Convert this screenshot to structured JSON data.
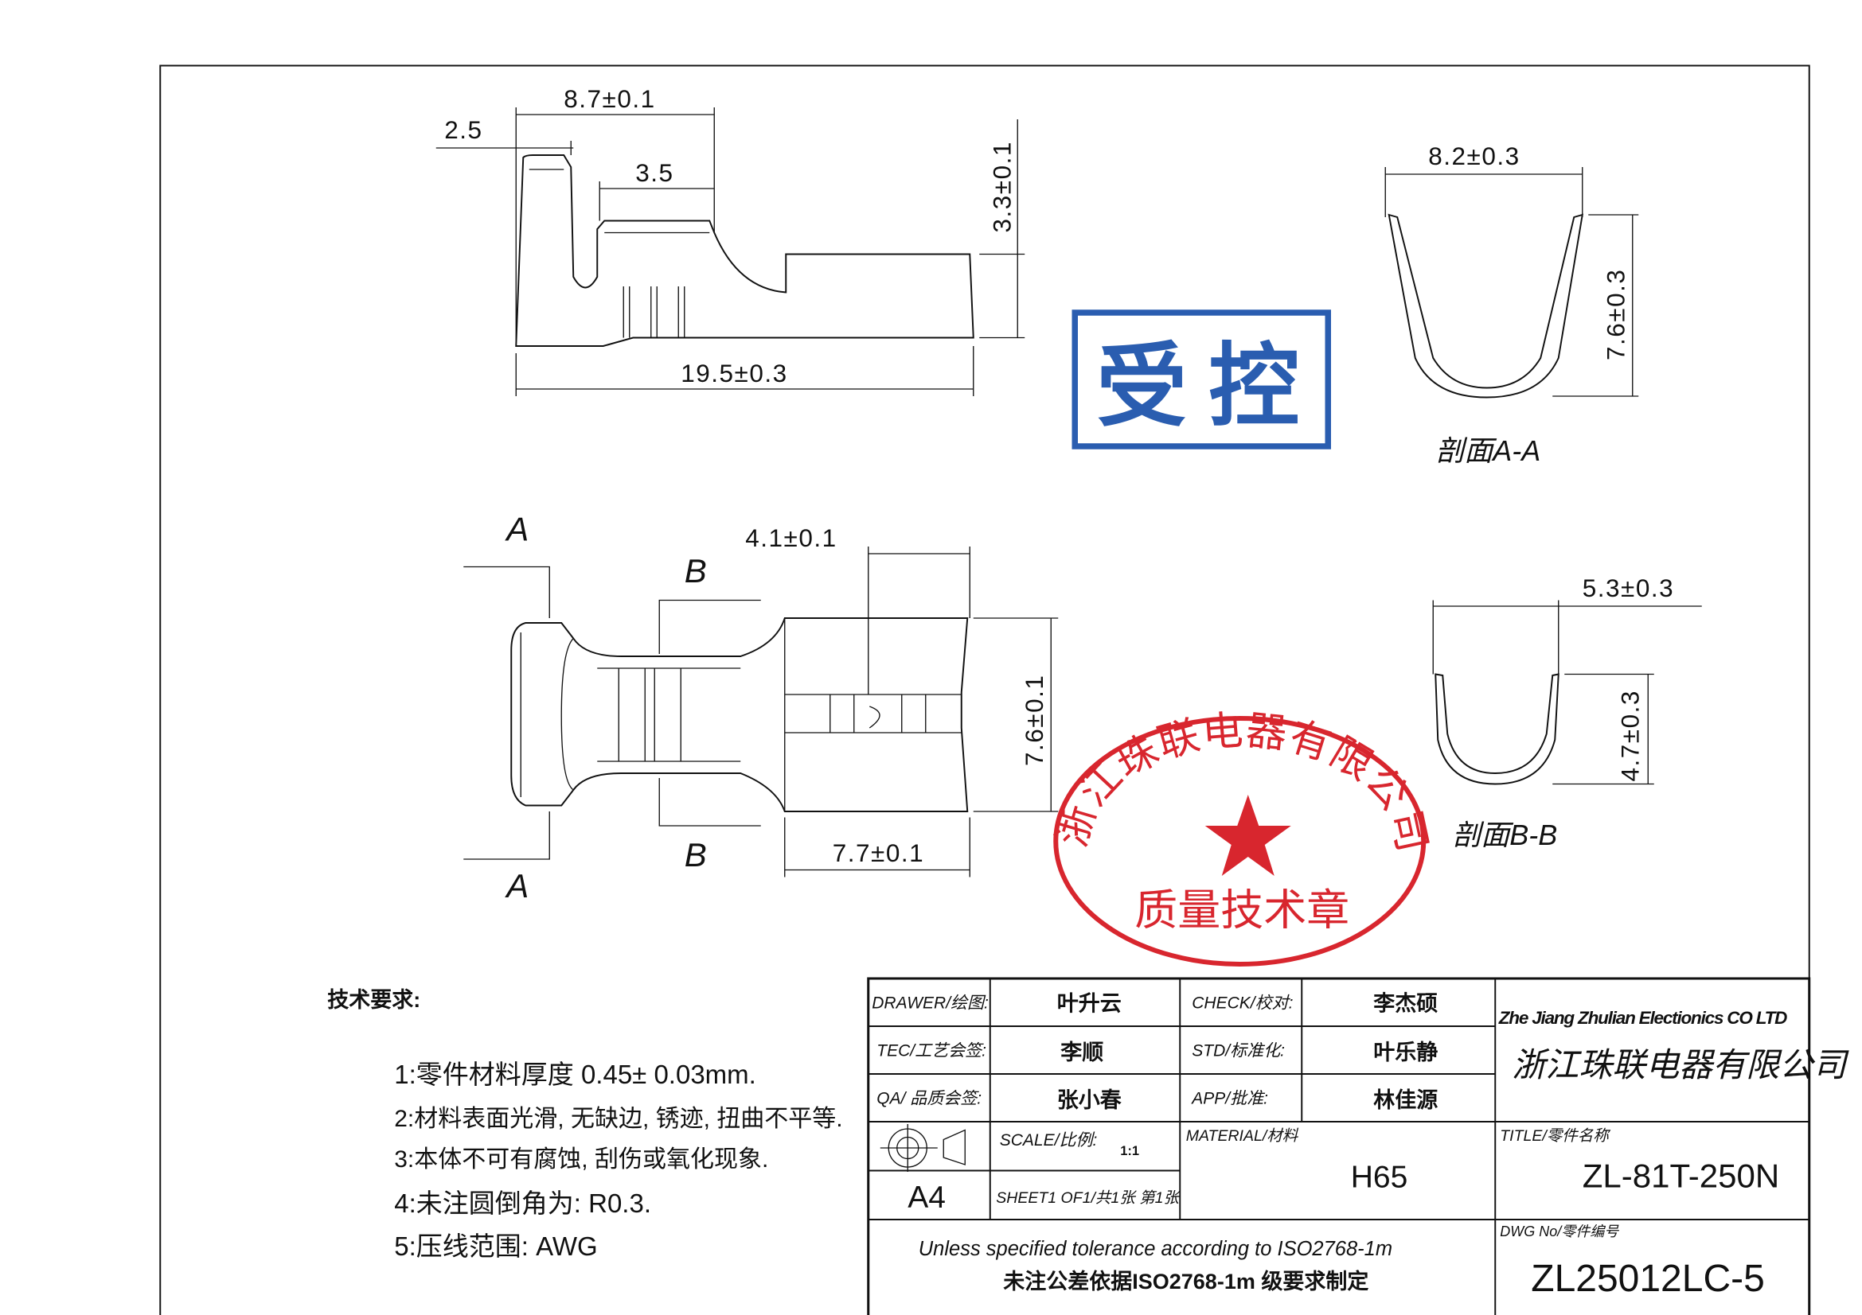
{
  "top_view": {
    "dim_2_5": "2.5",
    "dim_8_7": "8.7±0.1",
    "dim_3_5": "3.5",
    "dim_3_3": "3.3±0.1",
    "dim_19_5": "19.5±0.3"
  },
  "section_aa": {
    "width": "8.2±0.3",
    "height": "7.6±0.3",
    "label": "剖面A-A"
  },
  "bottom_view": {
    "dim_4_1": "4.1±0.1",
    "dim_7_6": "7.6±0.1",
    "dim_7_7": "7.7±0.1",
    "marker_a": "A",
    "marker_b": "B"
  },
  "section_bb": {
    "width": "5.3±0.3",
    "height": "4.7±0.3",
    "label": "剖面B-B"
  },
  "stamp_controlled": {
    "text": "受控",
    "color": "#2a5db0"
  },
  "quality_seal": {
    "company": "浙江珠联电器有限公司",
    "label": "质量技术章",
    "color": "#d8262e"
  },
  "tech_requirements": {
    "heading": "技术要求:",
    "items": [
      "1:零件材料厚度  0.45± 0.03mm.",
      "2:材料表面光滑, 无缺边, 锈迹, 扭曲不平等.",
      "3:本体不可有腐蚀, 刮伤或氧化现象.",
      "4:未注圆倒角为: R0.3.",
      "5:压线范围: AWG"
    ]
  },
  "title_block": {
    "drawer_label": "DRAWER/绘图:",
    "drawer": "叶升云",
    "check_label": "CHECK/校对:",
    "check": "李杰硕",
    "tec_label": "TEC/工艺会签:",
    "tec": "李顺",
    "std_label": "STD/标准化:",
    "std": "叶乐静",
    "qa_label": "QA/ 品质会签:",
    "qa": "张小春",
    "app_label": "APP/批准:",
    "app": "林佳源",
    "company_en": "Zhe Jiang Zhulian Electionics CO LTD",
    "company_cn": "浙江珠联电器有限公司",
    "scale_label": "SCALE/比例:",
    "scale": "1:1",
    "paper": "A4",
    "sheet": "SHEET1 OF1/共1张 第1张",
    "material_label": "MATERIAL/材料",
    "material": "H65",
    "title_label": "TITLE/零件名称",
    "title": "ZL-81T-250N",
    "tolerance_en": "Unless specified tolerance according to ISO2768-1m",
    "tolerance_cn": "未注公差依据ISO2768-1m 级要求制定",
    "dwg_label": "DWG No/零件编号",
    "dwg": "ZL25012LC-5"
  }
}
